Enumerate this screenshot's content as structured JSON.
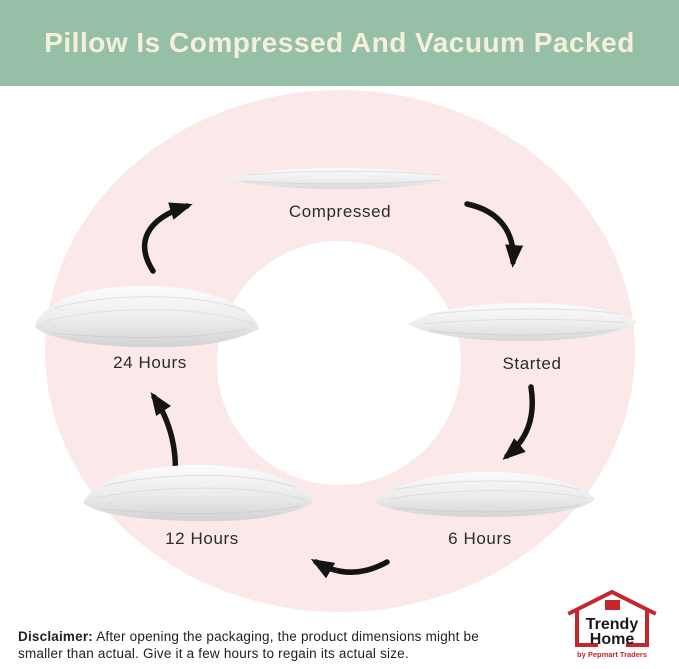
{
  "header": {
    "title": "Pillow Is Compressed And Vacuum Packed",
    "bg_color": "#95C0A7",
    "text_color": "#F5EFDB"
  },
  "diagram": {
    "type": "cycle",
    "ring_color": "#FBE9E9",
    "arrow_color": "#141414",
    "stages": [
      {
        "id": "compressed",
        "label": "Compressed"
      },
      {
        "id": "started",
        "label": "Started"
      },
      {
        "id": "6-hours",
        "label": "6 Hours"
      },
      {
        "id": "12-hours",
        "label": "12 Hours"
      },
      {
        "id": "24-hours",
        "label": "24 Hours"
      }
    ]
  },
  "disclaimer": {
    "label": "Disclaimer:",
    "text": " After opening the packaging, the product dimensions might be smaller than actual. Give it a few hours to regain its actual size."
  },
  "logo": {
    "brand_line1": "Trendy",
    "brand_line2": "Home",
    "tagline": "by Pepmart Traders",
    "accent_color": "#C5262C"
  }
}
